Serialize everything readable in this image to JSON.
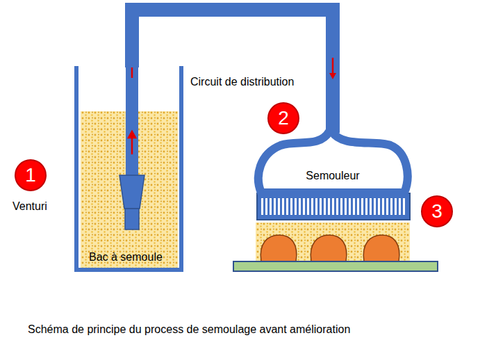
{
  "diagram": {
    "caption": "Schéma de principe du process de semoulage avant amélioration",
    "nodes": [
      {
        "text": [
          "Bac à semoule"
        ]
      },
      {
        "text": [
          "Semouleur"
        ]
      }
    ],
    "edges": [
      {
        "from": 0,
        "to": 1,
        "arrow": "to"
      }
    ],
    "labels": [
      "1",
      "Venturi",
      "Circuit de distribution",
      "2",
      "3"
    ]
  }
}
